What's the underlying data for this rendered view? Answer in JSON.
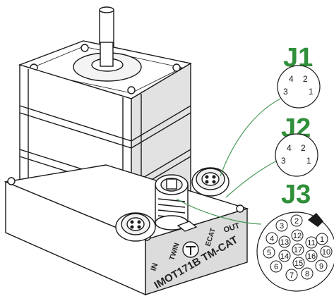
{
  "colors": {
    "accent_green": "#2f8f3a",
    "leader_line": "#4a9a5a",
    "outline": "#1a1a1a",
    "fill_light": "#ffffff",
    "fill_shade": "#dcdcdc"
  },
  "connectors": {
    "j1": {
      "title": "J1",
      "pins": [
        "4",
        "2",
        "3",
        "1"
      ]
    },
    "j2": {
      "title": "J2",
      "pins": [
        "4",
        "2",
        "3",
        "1"
      ]
    },
    "j3": {
      "title": "J3",
      "pins": [
        "1",
        "2",
        "3",
        "4",
        "5",
        "6",
        "7",
        "8",
        "9",
        "10",
        "11",
        "12",
        "13",
        "14",
        "15",
        "16",
        "17"
      ]
    }
  },
  "housing": {
    "label_in": "IN",
    "label_twin": "TWIN",
    "label_ecat": "ECAT",
    "label_out": "OUT",
    "label_model": "IMOT171B TM-CAT"
  },
  "icons": {
    "logo": "t-logo-icon"
  }
}
